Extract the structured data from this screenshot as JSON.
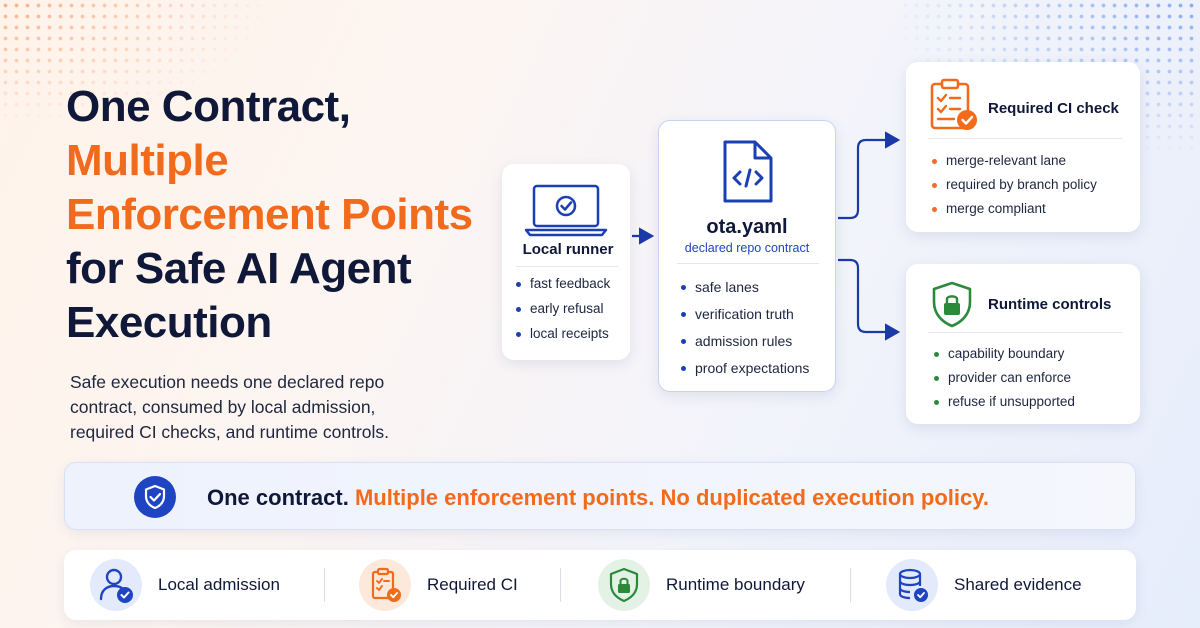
{
  "headline": {
    "line1": "One Contract,",
    "line2": "Multiple",
    "line3": "Enforcement Points",
    "line4": "for Safe AI Agent",
    "line5": "Execution"
  },
  "subtext": "Safe execution needs one declared repo contract, consumed by local admission, required CI checks, and runtime controls.",
  "local_runner": {
    "title": "Local runner",
    "items": [
      "fast feedback",
      "early refusal",
      "local receipts"
    ]
  },
  "contract": {
    "title": "ota.yaml",
    "subtitle": "declared repo contract",
    "items": [
      "safe lanes",
      "verification truth",
      "admission rules",
      "proof expectations"
    ]
  },
  "ci_check": {
    "title": "Required CI check",
    "items": [
      "merge-relevant lane",
      "required by branch policy",
      "merge compliant"
    ]
  },
  "runtime": {
    "title": "Runtime controls",
    "items": [
      "capability boundary",
      "provider can enforce",
      "refuse if unsupported"
    ]
  },
  "banner": {
    "part1": "One contract.",
    "part2": "Multiple enforcement points.",
    "part3": "No duplicated execution policy."
  },
  "bottom": {
    "items": [
      {
        "label": "Local admission",
        "icon": "user-check-icon"
      },
      {
        "label": "Required CI",
        "icon": "clipboard-check-icon"
      },
      {
        "label": "Runtime boundary",
        "icon": "shield-lock-icon"
      },
      {
        "label": "Shared evidence",
        "icon": "database-check-icon"
      }
    ]
  },
  "colors": {
    "navy": "#0f1838",
    "orange": "#f26a1b",
    "blue": "#1f44c2",
    "green": "#2a8a3a"
  }
}
